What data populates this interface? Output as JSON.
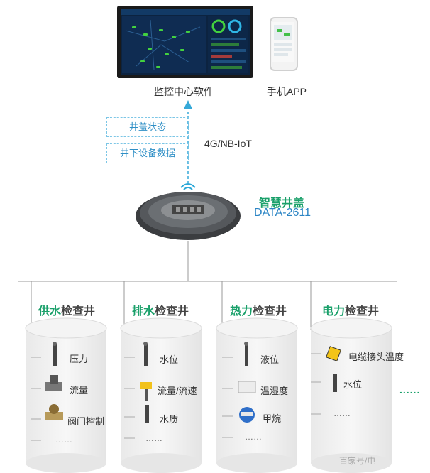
{
  "top": {
    "monitor_label": "监控中心软件",
    "phone_label": "手机APP"
  },
  "link": {
    "box1": "井盖状态",
    "box2": "井下设备数据",
    "protocol": "4G/NB-IoT"
  },
  "device": {
    "name": "智慧井盖",
    "code": "DATA-2611"
  },
  "wells": [
    {
      "highlight": "供水",
      "rest": "检查井",
      "items": [
        "压力",
        "流量",
        "阀门控制",
        "……"
      ]
    },
    {
      "highlight": "排水",
      "rest": "检查井",
      "items": [
        "水位",
        "流量/流速",
        "水质",
        "……"
      ]
    },
    {
      "highlight": "热力",
      "rest": "检查井",
      "items": [
        "液位",
        "温湿度",
        "甲烷",
        "……"
      ]
    },
    {
      "highlight": "电力",
      "rest": "检查井",
      "items": [
        "电缆接头温度",
        "水位",
        "……"
      ]
    }
  ],
  "more": "......",
  "watermark": "百家号/电",
  "colors": {
    "accent_green": "#1aa06a",
    "accent_blue": "#2a84c4",
    "dashed_blue": "#36a9d8"
  }
}
